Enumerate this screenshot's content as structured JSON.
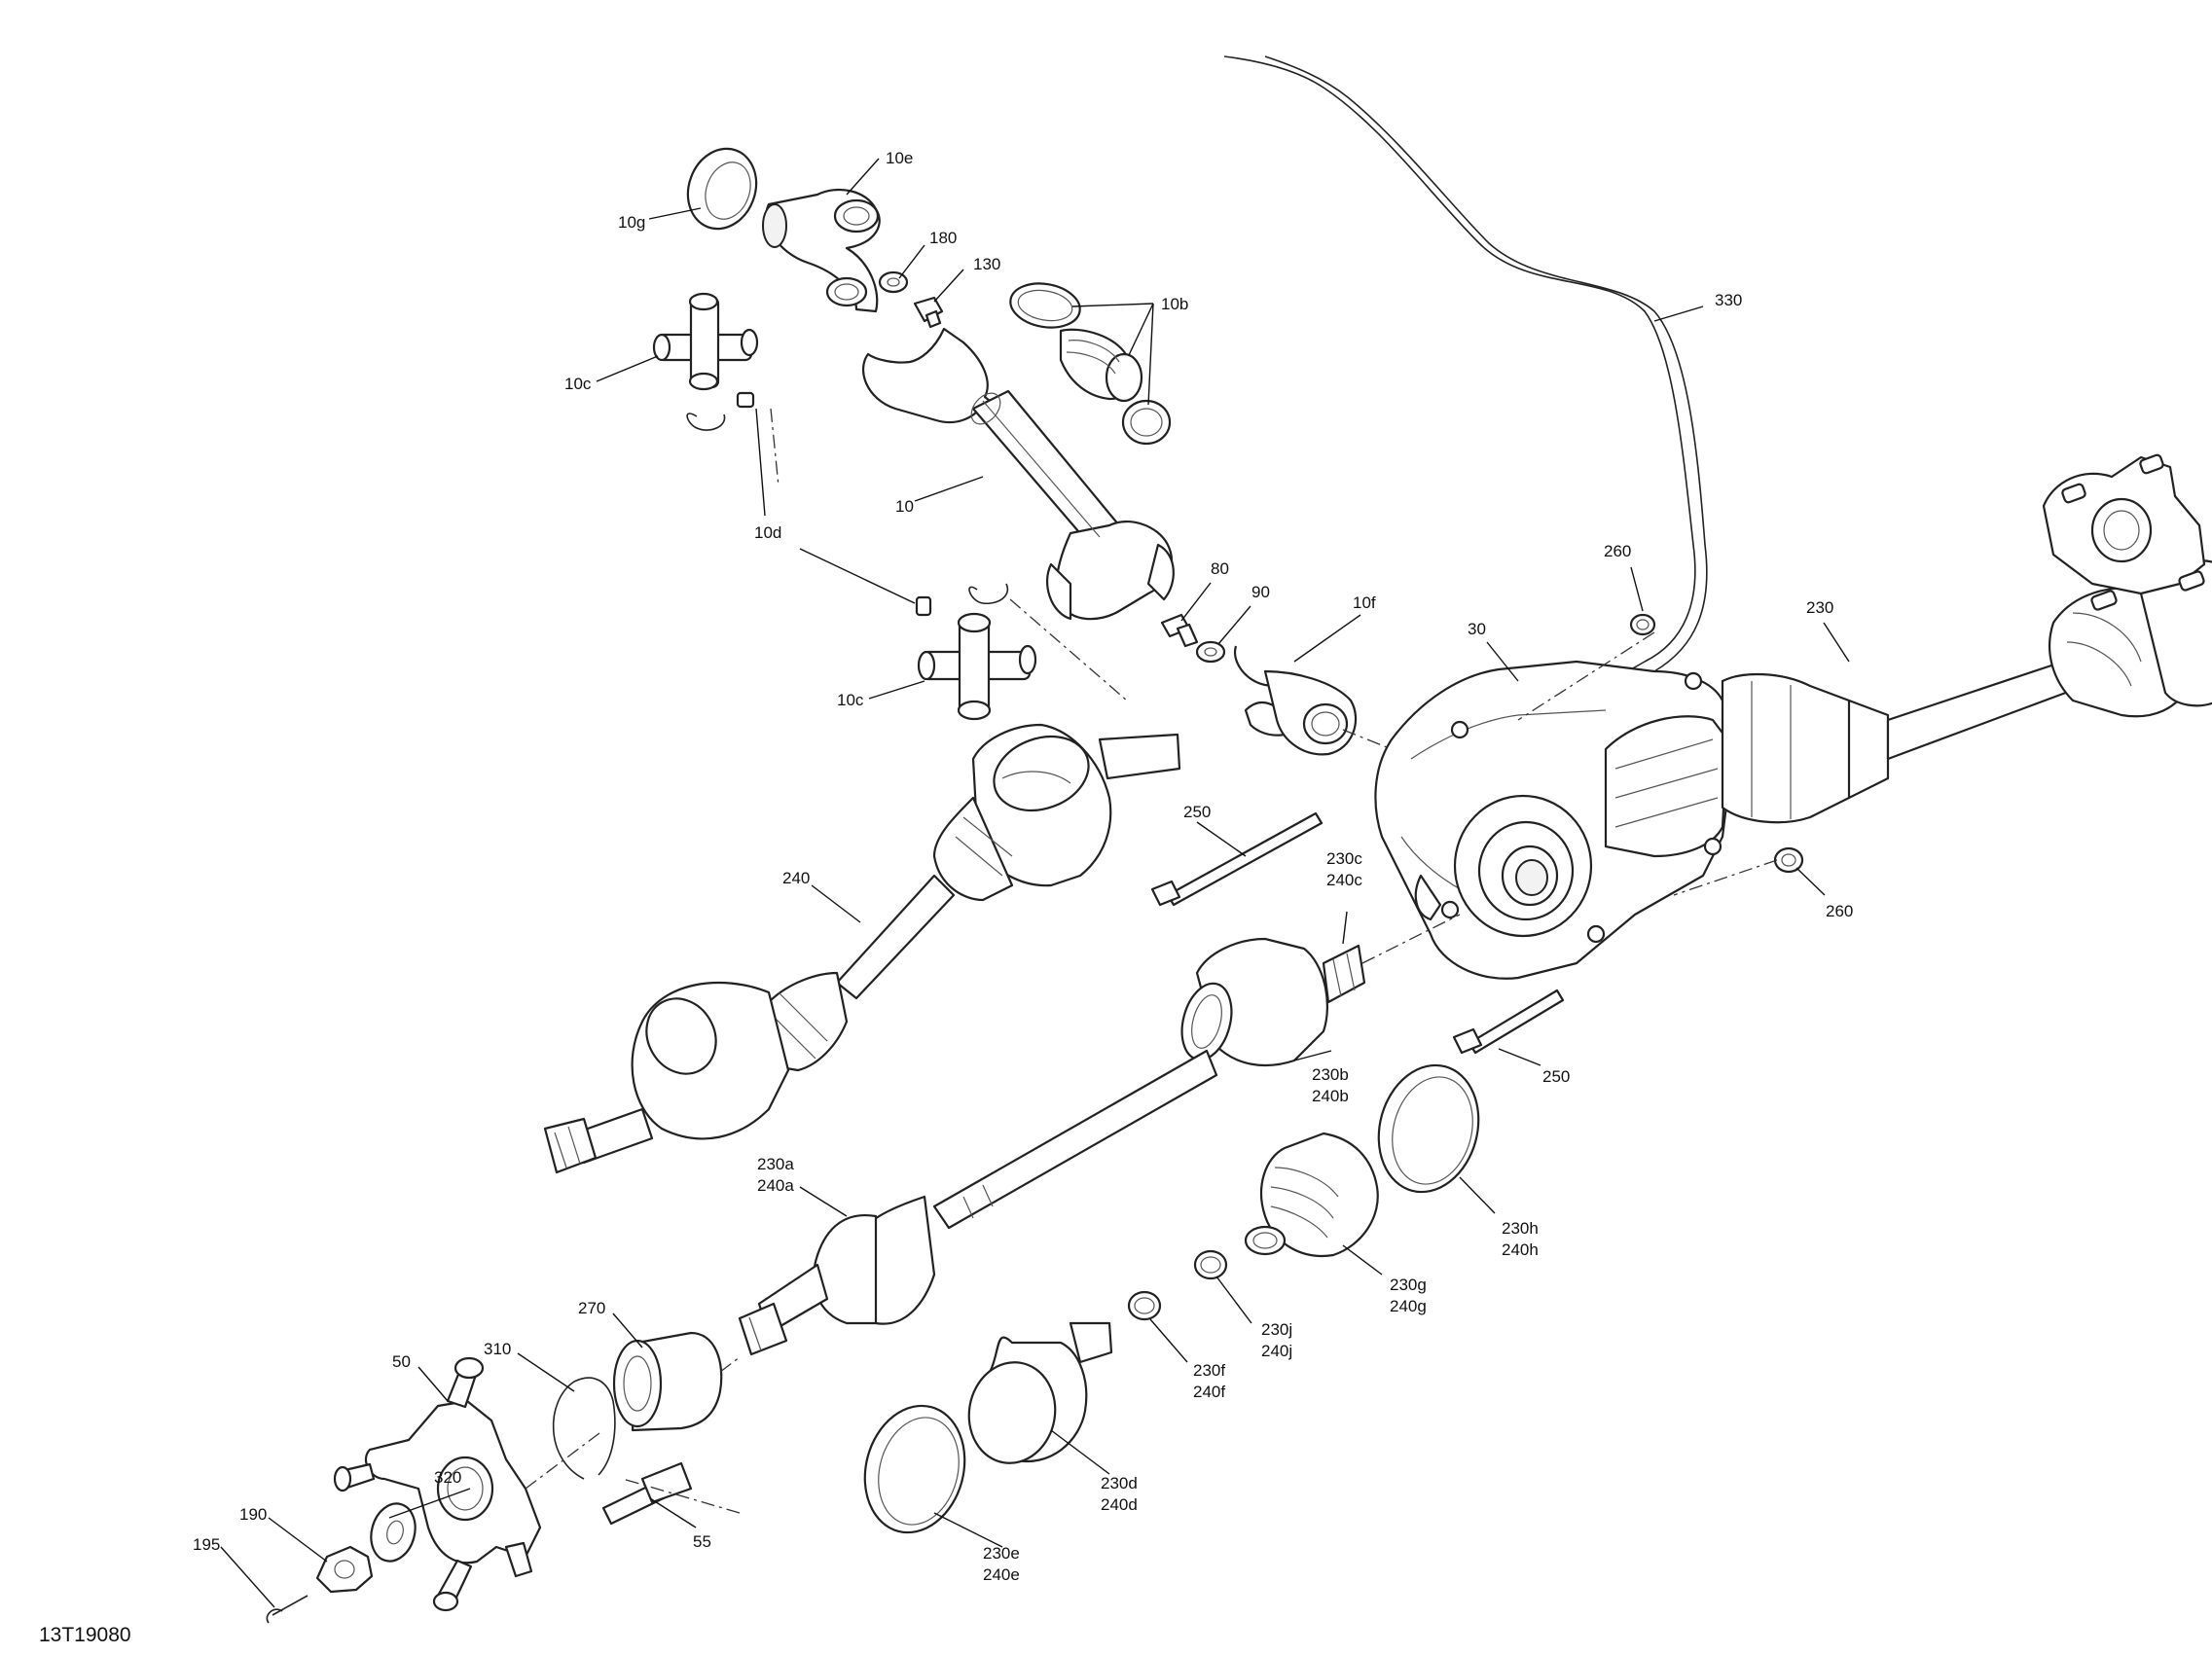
{
  "figure_id": "13T19080",
  "callouts": {
    "c10e": "10e",
    "c10g": "10g",
    "c180": "180",
    "c130": "130",
    "c10b": "10b",
    "c330": "330",
    "c10c_top": "10c",
    "c10": "10",
    "c10d": "10d",
    "c10c_bottom": "10c",
    "c80": "80",
    "c90": "90",
    "c10f": "10f",
    "c260_top": "260",
    "c230": "230",
    "c30": "30",
    "c250_top": "250",
    "c230c": "230c",
    "c240c": "240c",
    "c240": "240",
    "c260_right": "260",
    "c250_bottom": "250",
    "c230b": "230b",
    "c240b": "240b",
    "c230a": "230a",
    "c240a": "240a",
    "c230h": "230h",
    "c240h": "240h",
    "c230g": "230g",
    "c240g": "240g",
    "c270": "270",
    "c310": "310",
    "c50": "50",
    "c230j": "230j",
    "c240j": "240j",
    "c230f": "230f",
    "c240f": "240f",
    "c320": "320",
    "c230d": "230d",
    "c240d": "240d",
    "c190": "190",
    "c55": "55",
    "c195": "195",
    "c230e": "230e",
    "c240e": "240e"
  }
}
